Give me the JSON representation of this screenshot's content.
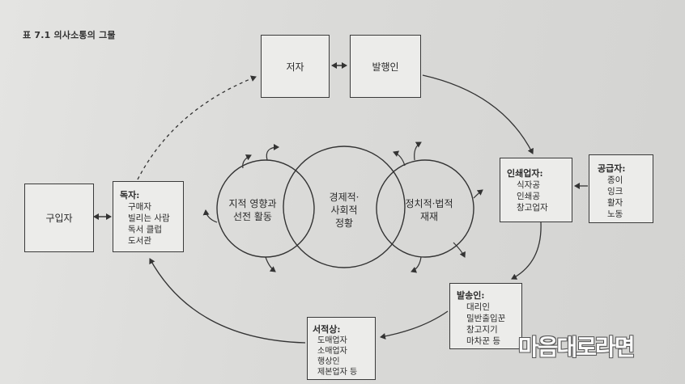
{
  "figure": {
    "title": "표 7.1 의사소통의 그물"
  },
  "nodes": {
    "author": {
      "label": "저자"
    },
    "publisher": {
      "label": "발행인"
    },
    "buyer": {
      "label": "구입자"
    },
    "readers": {
      "heading": "독자:",
      "items": [
        "구매자",
        "빌리는 사람",
        "독서 클럽",
        "도서관"
      ]
    },
    "printers": {
      "heading": "인쇄업자:",
      "items": [
        "식자공",
        "인쇄공",
        "창고업자"
      ]
    },
    "suppliers": {
      "heading": "공급자:",
      "items": [
        "종이",
        "잉크",
        "활자",
        "노동"
      ]
    },
    "shippers": {
      "heading": "발송인:",
      "items": [
        "대리인",
        "밀반출입꾼",
        "창고지기",
        "마차꾼 등"
      ]
    },
    "booksellers": {
      "heading": "서적상:",
      "items": [
        "도매업자",
        "소매업자",
        "행상인",
        "제본업자 등"
      ]
    }
  },
  "circles": {
    "intellectual": "지적 영향과\n선전 활동",
    "economic": "경제적·\n사회적\n정황",
    "political": "정치적·법적\n재재"
  },
  "watermark": {
    "text": "마음대로라면"
  }
}
